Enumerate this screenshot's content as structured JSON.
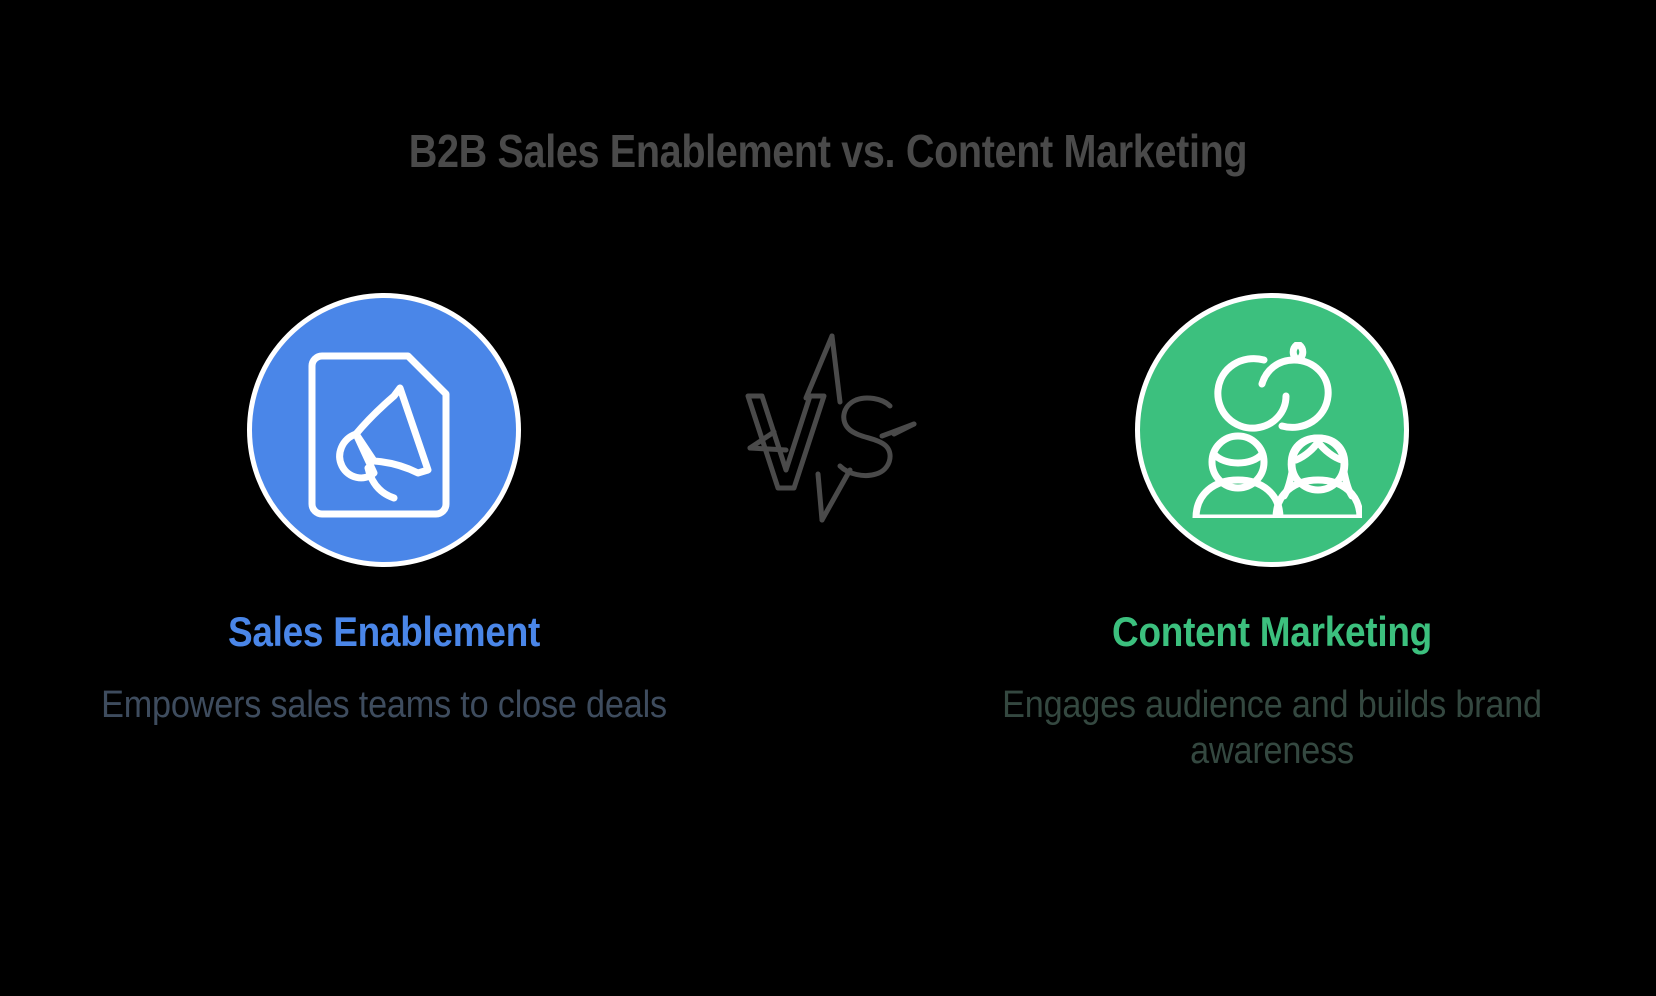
{
  "page": {
    "background_color": "#000000",
    "title": "B2B Sales Enablement vs. Content Marketing",
    "title_color": "#4a4a4a"
  },
  "versus_badge": {
    "label": "VS",
    "icon": "star-burst-icon",
    "stroke_color": "#4a4a4a"
  },
  "cards": [
    {
      "id": "sales-enablement",
      "heading": "Sales Enablement",
      "description": "Empowers sales teams to close deals",
      "accent_color": "#4a86e8",
      "description_color": "#3e4c5e",
      "icon": "document-megaphone-icon",
      "icon_stroke_color": "#ffffff",
      "ring_color": "#ffffff"
    },
    {
      "id": "content-marketing",
      "heading": "Content Marketing",
      "description": "Engages audience and builds brand awareness",
      "accent_color": "#3cc07e",
      "description_color": "#344840",
      "icon": "audience-people-icon",
      "icon_stroke_color": "#ffffff",
      "ring_color": "#ffffff"
    }
  ]
}
